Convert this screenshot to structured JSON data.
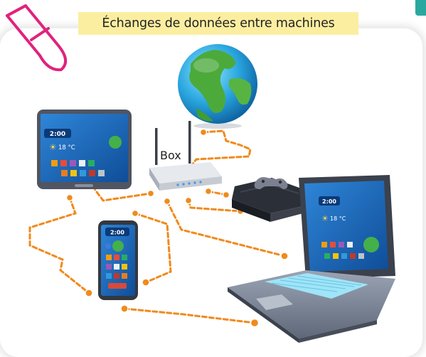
{
  "title": "Échanges de données entre machines",
  "router_label": "Box",
  "tablet": {
    "time": "2:00",
    "temp": "18 °C"
  },
  "phone": {
    "time": "2:00"
  },
  "laptop": {
    "time": "2:00",
    "temp": "18 °C"
  },
  "colors": {
    "title_bg": "#fbeea1",
    "link_dots": "#f08a1c",
    "marker_icon": "#e0237c",
    "screen_blue": "#1c64b6"
  },
  "icons": [
    "marker-icon",
    "globe-icon",
    "tablet-icon",
    "router-icon",
    "game-console-icon",
    "smartphone-icon",
    "laptop-icon"
  ]
}
